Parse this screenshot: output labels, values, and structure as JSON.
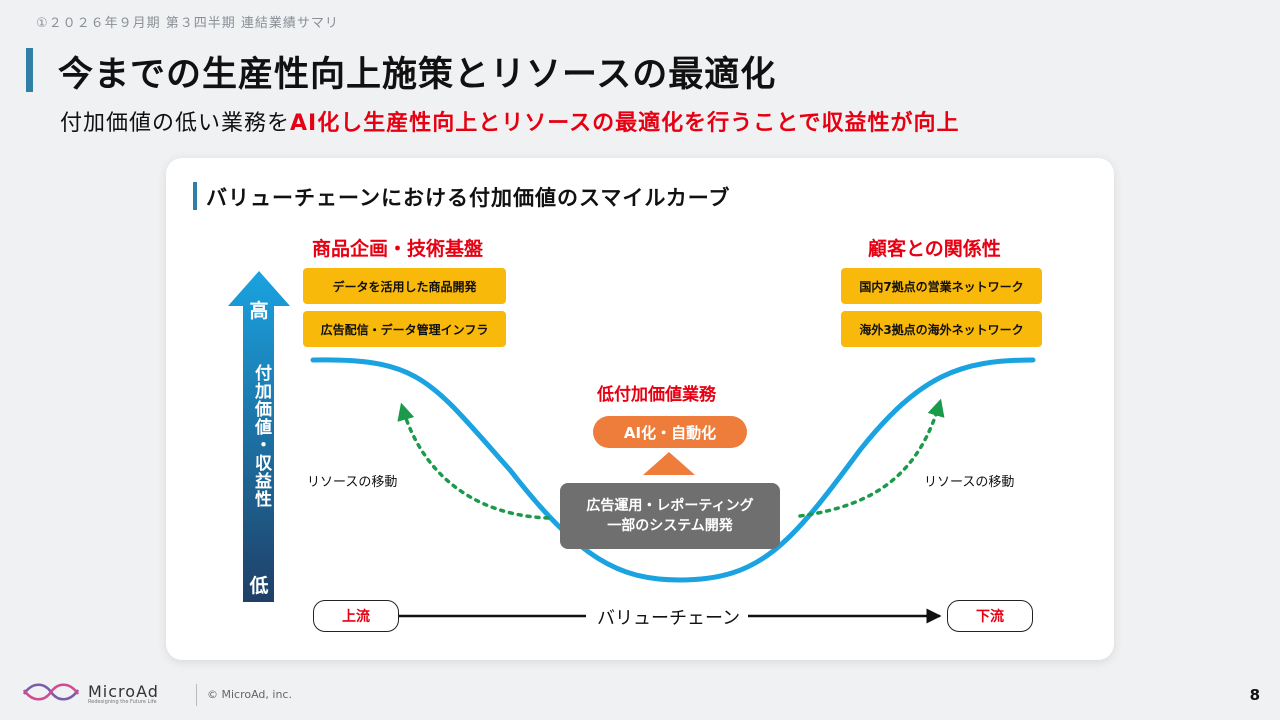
{
  "header": {
    "note": "①２０２６年９月期 第３四半期 連結業績サマリ",
    "title": "今までの生産性向上施策とリソースの最適化",
    "subtitle_plain": "付加価値の低い業務を",
    "subtitle_highlight": "AI化し生産性向上とリソースの最適化を行うことで収益性が向上"
  },
  "diagram": {
    "section_title": "バリューチェーンにおける付加価値のスマイルカーブ",
    "left": {
      "heading": "商品企画・技術基盤",
      "items": [
        "データを活用した商品開発",
        "広告配信・データ管理インフラ"
      ]
    },
    "right": {
      "heading": "顧客との関係性",
      "items": [
        "国内7拠点の営業ネットワーク",
        "海外3拠点の海外ネットワーク"
      ]
    },
    "center": {
      "heading": "低付加価値業務",
      "action": "AI化・自動化",
      "task_line1": "広告運用・レポーティング",
      "task_line2": "一部のシステム開発"
    },
    "axis": {
      "high": "高",
      "label": "付加価値・収益性",
      "low": "低"
    },
    "resource_move_left": "リソースの移動",
    "resource_move_right": "リソースの移動",
    "value_chain": {
      "upstream": "上流",
      "label": "バリューチェーン",
      "downstream": "下流"
    }
  },
  "footer": {
    "logo": "MicroAd",
    "logo_tagline": "Redesigning the Future Life",
    "copyright": "© MicroAd, inc.",
    "page": "8"
  },
  "colors": {
    "accent_blue": "#2f7fa6",
    "highlight_red": "#e60012",
    "curve_blue": "#1aa3e0",
    "box_yellow": "#f9b90a",
    "box_orange": "#ee7d3b",
    "box_gray": "#6f6f6f",
    "dotted_green": "#1a9a4a"
  }
}
